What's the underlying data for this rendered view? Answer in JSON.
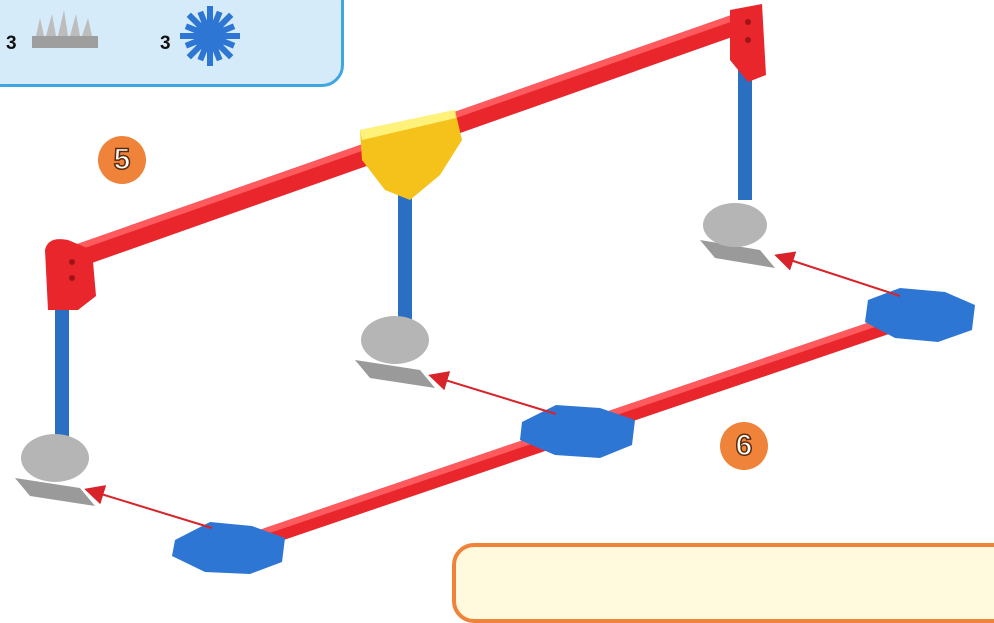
{
  "parts": {
    "connector_qty": "3",
    "connector_icon": "gray-connector-icon",
    "blue_connector_qty": "3",
    "blue_connector_icon": "blue-connector-icon"
  },
  "steps": {
    "step5": "5",
    "step6": "6"
  },
  "colors": {
    "rod_red": "#e8262b",
    "rod_blue": "#2a6fc2",
    "connector_blue": "#2e76d4",
    "connector_gray": "#a8a8a8",
    "connector_yellow": "#f5c21b",
    "badge_orange": "#f0833a",
    "parts_box_bg": "#d6ebfa",
    "parts_box_border": "#3ea6e0",
    "note_box_border": "#f0833a"
  }
}
